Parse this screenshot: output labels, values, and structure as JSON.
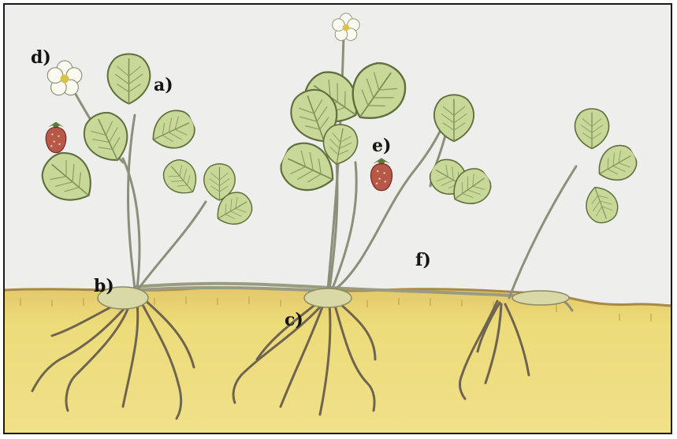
{
  "labels": {
    "a": "a)",
    "b": "b)",
    "c": "c)",
    "d": "d)",
    "e": "e)",
    "f": "f)"
  },
  "colors": {
    "sky": "#eeeeec",
    "soil": "#eddc7a",
    "soil_top": "#c9a85a",
    "leaf": "#c9d99a",
    "leaf_edge": "#6b7a45",
    "stem": "#8c8f7a",
    "root": "#6e6450",
    "berry": "#b5554a",
    "flower": "#fbfbf2"
  }
}
